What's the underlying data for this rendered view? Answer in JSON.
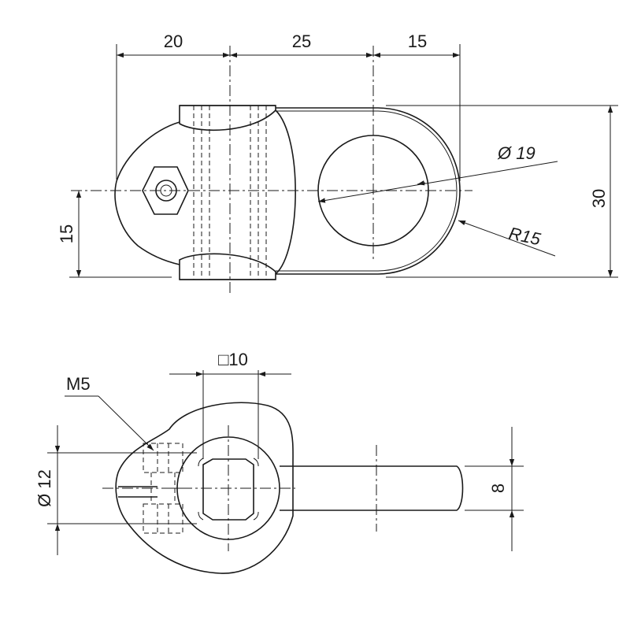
{
  "top_view": {
    "dim_width_left": "20",
    "dim_width_mid": "25",
    "dim_width_right": "15",
    "dim_height_total": "30",
    "dim_height_half": "15",
    "dim_hole_diameter": "Ø 19",
    "dim_radius": "R15"
  },
  "side_view": {
    "dim_square": "□10",
    "dim_thread": "M5",
    "dim_bore_diameter": "Ø 12",
    "dim_shaft": "8"
  }
}
